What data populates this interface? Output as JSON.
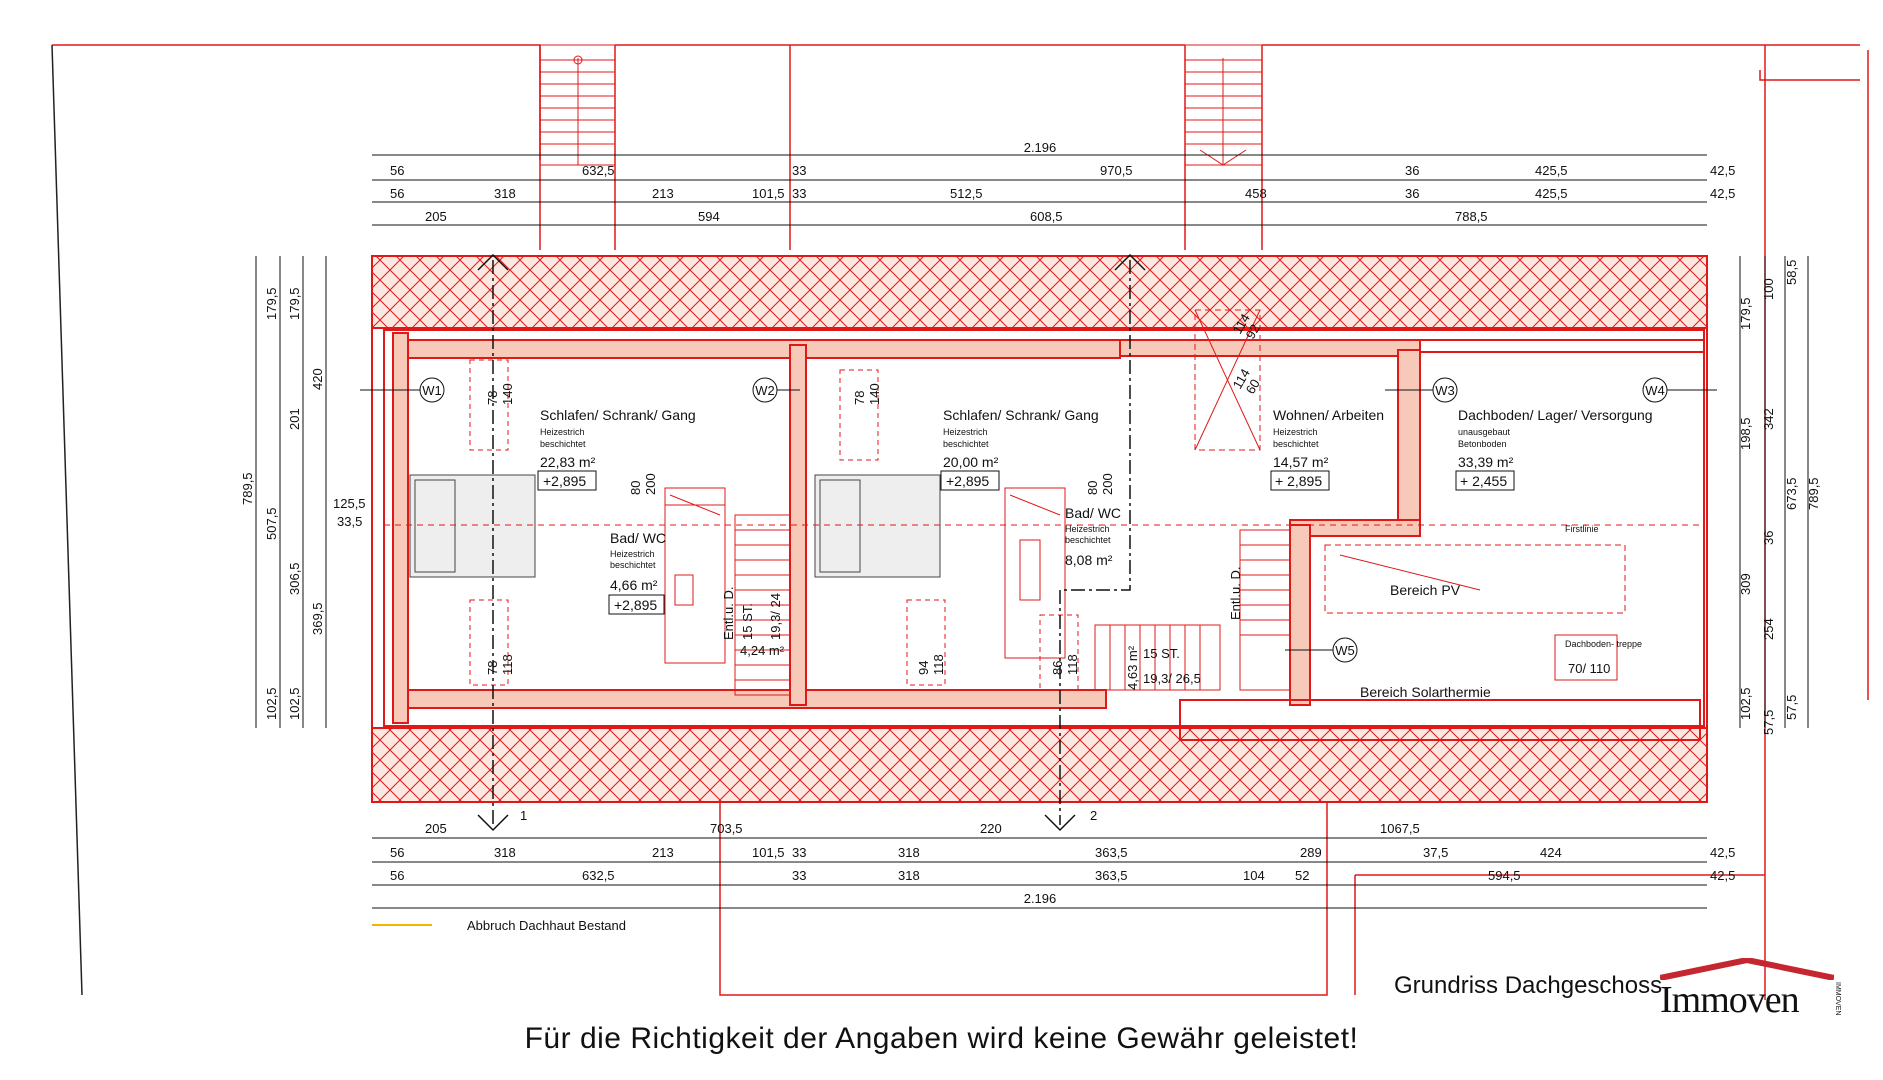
{
  "dims": {
    "top": {
      "overall": "2.196",
      "row1": [
        "56",
        "632,5",
        "33",
        "970,5",
        "36",
        "425,5",
        "42,5"
      ],
      "row2": [
        "56",
        "318",
        "213",
        "101,5",
        "33",
        "512,5",
        "458",
        "36",
        "425,5",
        "42,5"
      ],
      "row3": [
        "205",
        "594",
        "608,5",
        "788,5"
      ]
    },
    "bottom": {
      "row1": [
        "205",
        "703,5",
        "220",
        "1067,5"
      ],
      "row2": [
        "56",
        "318",
        "213",
        "101,5",
        "33",
        "318",
        "363,5",
        "289",
        "37,5",
        "424",
        "42,5"
      ],
      "row3": [
        "56",
        "632,5",
        "33",
        "318",
        "363,5",
        "104",
        "52",
        "594,5",
        "42,5"
      ],
      "overall": "2.196"
    },
    "left": [
      "179,5",
      "179,5",
      "420",
      "201",
      "789,5",
      "507,5",
      "306,5",
      "369,5",
      "102,5",
      "102,5",
      "125,5",
      "33,5"
    ],
    "right": [
      "100",
      "58,5",
      "179,5",
      "198,5",
      "342",
      "673,5",
      "789,5",
      "36",
      "309",
      "254",
      "102,5",
      "57,5",
      "57,5"
    ]
  },
  "rooms": [
    {
      "name": "Schlafen/ Schrank/ Gang",
      "floor1": "Heizestrich",
      "floor2": "beschichtet",
      "area": "22,83 m²",
      "level": "+2,895"
    },
    {
      "name": "Schlafen/ Schrank/ Gang",
      "floor1": "Heizestrich",
      "floor2": "beschichtet",
      "area": "20,00 m²",
      "level": "+2,895"
    },
    {
      "name": "Wohnen/ Arbeiten",
      "floor1": "Heizestrich",
      "floor2": "beschichtet",
      "area": "14,57 m²",
      "level": "+ 2,895"
    },
    {
      "name": "Dachboden/ Lager/ Versorgung",
      "floor1": "unausgebaut",
      "floor2": "Betonboden",
      "area": "33,39 m²",
      "level": "+ 2,455"
    },
    {
      "name": "Bad/ WC",
      "floor1": "Heizestrich",
      "floor2": "beschichtet",
      "area": "4,66 m²",
      "level": "+2,895"
    },
    {
      "name": "Bad/ WC",
      "floor1": "Heizestrich",
      "floor2": "beschichtet",
      "area": "8,08 m²",
      "level": ""
    }
  ],
  "windows": [
    "W1",
    "W2",
    "W3",
    "W4",
    "W5"
  ],
  "windowSizes": [
    {
      "w": "78",
      "h": "140"
    },
    {
      "w": "78",
      "h": "140"
    },
    {
      "w": "114",
      "h": "60"
    },
    {
      "w": "114",
      "h": "92"
    },
    {
      "w": "78",
      "h": "118"
    },
    {
      "w": "94",
      "h": "118"
    },
    {
      "w": "86",
      "h": "118"
    }
  ],
  "doors": [
    {
      "w": "80",
      "h": "200"
    },
    {
      "w": "80",
      "h": "200"
    }
  ],
  "stairs": [
    {
      "steps": "15 ST.",
      "ratio": "19,3/ 24",
      "area": "4,24 m²"
    },
    {
      "steps": "15 ST.",
      "ratio": "19,3/ 26,5",
      "area": "4,63 m²"
    }
  ],
  "notes": {
    "area_pv": "Bereich PV",
    "area_solar": "Bereich Solarthermie",
    "firstlinie": "Firstlinie",
    "hatch_label": "Dachboden- treppe",
    "hatch_size": "70/ 110",
    "entl1": "Entl.u. D.",
    "entl2": "Entl.u. D.",
    "section1": "1",
    "section2": "2"
  },
  "legend": {
    "label": "Abbruch Dachhaut Bestand",
    "color": "#f2b400"
  },
  "plan_title": "Grundriss Dachgeschoss",
  "logo": {
    "text": "Immoven",
    "sub": "IMMOVEN",
    "color": "#c4272f"
  },
  "disclaimer": "Für die Richtigkeit der Angaben wird keine Gewähr geleistet!",
  "colors": {
    "line": "#e01818",
    "fill": "#f6b9a6",
    "wall": "#f7c9b8"
  }
}
